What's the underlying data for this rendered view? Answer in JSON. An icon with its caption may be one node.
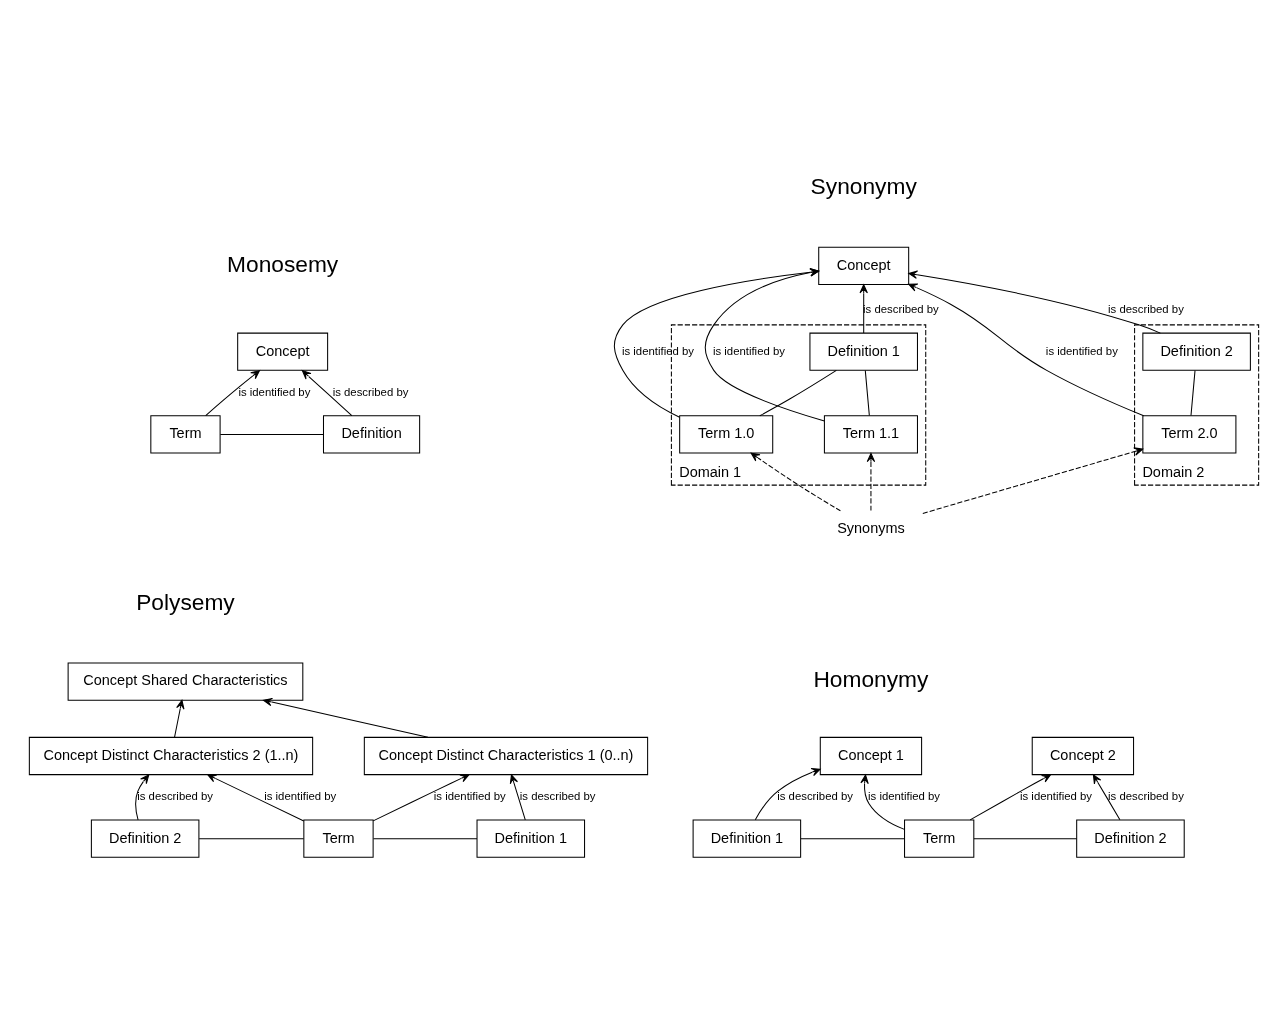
{
  "diagram": {
    "nodes": [
      {
        "text": [
          "Concept"
        ]
      },
      {
        "text": [
          "Definition"
        ]
      },
      {
        "text": [
          "Term"
        ]
      },
      {
        "text": [
          "Concept"
        ]
      },
      {
        "text": [
          "Domain 1"
        ]
      },
      {
        "text": [
          "Definition 1"
        ],
        "in": 4
      },
      {
        "text": [
          "Term 1.0"
        ],
        "in": 4
      },
      {
        "text": [
          "Term 1.1"
        ],
        "in": 4
      },
      {
        "text": [
          "Domain 2"
        ]
      },
      {
        "text": [
          "Definition 2"
        ],
        "in": 8
      },
      {
        "text": [
          "Term 2.0"
        ],
        "in": 8
      },
      {
        "text": [
          "Synonyms"
        ]
      },
      {
        "text": [
          "Concept Shared Characteristics"
        ]
      },
      {
        "text": [
          "Concept Distinct Characteristics 1 (0..n)"
        ]
      },
      {
        "text": [
          "Concept Distinct Characteristics 2 (1..n)"
        ]
      },
      {
        "text": [
          "Definition 1"
        ]
      },
      {
        "text": [
          "Term"
        ]
      },
      {
        "text": [
          "Definition 2"
        ]
      },
      {
        "text": [
          "Concept 1"
        ]
      },
      {
        "text": [
          "Concept 2"
        ]
      },
      {
        "text": [
          "Definition 1"
        ]
      },
      {
        "text": [
          "Definition 2"
        ]
      },
      {
        "text": [
          "Term"
        ]
      }
    ],
    "edges": [
      {
        "from": 1,
        "to": 0,
        "arrow": "to",
        "label": "is described by"
      },
      {
        "from": 2,
        "to": 0,
        "arrow": "to",
        "label": "is identified by"
      },
      {
        "from": 1,
        "to": 2,
        "arrow": "none"
      },
      {
        "from": 7,
        "to": 3,
        "arrow": "to",
        "label": "is identified by"
      },
      {
        "from": 6,
        "to": 3,
        "arrow": "to",
        "label": "is identified by"
      },
      {
        "from": 10,
        "to": 3,
        "arrow": "to",
        "label": "is identified by"
      },
      {
        "from": 5,
        "to": 3,
        "arrow": "to",
        "label": "is described by"
      },
      {
        "from": 9,
        "to": 3,
        "arrow": "to",
        "label": "is described by"
      },
      {
        "from": 5,
        "to": 6,
        "arrow": "none"
      },
      {
        "from": 5,
        "to": 7,
        "arrow": "none"
      },
      {
        "from": 9,
        "to": 10,
        "arrow": "none"
      },
      {
        "from": 11,
        "to": 6,
        "arrow": "to",
        "style": "dashed"
      },
      {
        "from": 11,
        "to": 7,
        "arrow": "to",
        "style": "dashed"
      },
      {
        "from": 11,
        "to": 10,
        "arrow": "to",
        "style": "dashed"
      },
      {
        "from": 13,
        "to": 12,
        "arrow": "to"
      },
      {
        "from": 14,
        "to": 12,
        "arrow": "to"
      },
      {
        "from": 15,
        "to": 13,
        "arrow": "to",
        "label": "is described by"
      },
      {
        "from": 16,
        "to": 13,
        "arrow": "to",
        "label": "is identified by"
      },
      {
        "from": 16,
        "to": 14,
        "arrow": "to",
        "label": "is identified by"
      },
      {
        "from": 17,
        "to": 14,
        "arrow": "to",
        "label": "is described by"
      },
      {
        "from": 15,
        "to": 16,
        "arrow": "none"
      },
      {
        "from": 16,
        "to": 17,
        "arrow": "none"
      },
      {
        "from": 20,
        "to": 18,
        "arrow": "to",
        "label": "is described by"
      },
      {
        "from": 22,
        "to": 18,
        "arrow": "to",
        "label": "is identified by"
      },
      {
        "from": 22,
        "to": 19,
        "arrow": "to",
        "label": "is identified by"
      },
      {
        "from": 21,
        "to": 19,
        "arrow": "to",
        "label": "is described by"
      },
      {
        "from": 20,
        "to": 22,
        "arrow": "none"
      },
      {
        "from": 21,
        "to": 22,
        "arrow": "none"
      }
    ],
    "labels": [
      "Monosemy",
      "Synonymy",
      "Polysemy",
      "Homonymy"
    ]
  }
}
